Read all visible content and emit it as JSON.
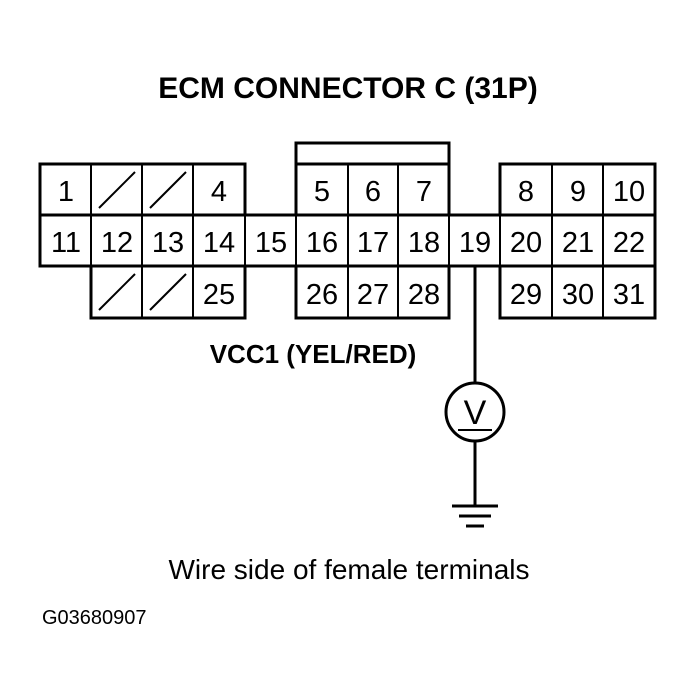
{
  "title": "ECM CONNECTOR C (31P)",
  "wire_label": "VCC1 (YEL/RED)",
  "caption": "Wire side of female terminals",
  "figure_code": "G03680907",
  "meter_symbol": "V",
  "pins": {
    "p1": "1",
    "p4": "4",
    "p5": "5",
    "p6": "6",
    "p7": "7",
    "p8": "8",
    "p9": "9",
    "p10": "10",
    "p11": "11",
    "p12": "12",
    "p13": "13",
    "p14": "14",
    "p15": "15",
    "p16": "16",
    "p17": "17",
    "p18": "18",
    "p19": "19",
    "p20": "20",
    "p21": "21",
    "p22": "22",
    "p25": "25",
    "p26": "26",
    "p27": "27",
    "p28": "28",
    "p29": "29",
    "p30": "30",
    "p31": "31"
  }
}
